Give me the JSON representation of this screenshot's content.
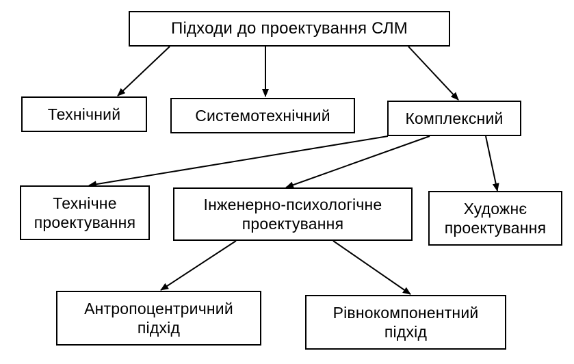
{
  "diagram": {
    "title": "Підходи до проектування СЛМ",
    "level1": {
      "technical": "Технічний",
      "systemotechnical": "Системотехнічний",
      "complex": "Комплексний"
    },
    "level2": {
      "technical_design": "Технічне\nпроектування",
      "engineering_psychological_design": "Інженерно-психологічне\nпроектування",
      "artistic_design": "Художнє\nпроектування"
    },
    "level3": {
      "anthropocentric": "Антропоцентричний\nпідхід",
      "equicomponent": "Рівнокомпонентний\nпідхід"
    },
    "colors": {
      "stroke": "#000000",
      "background": "#ffffff"
    }
  }
}
